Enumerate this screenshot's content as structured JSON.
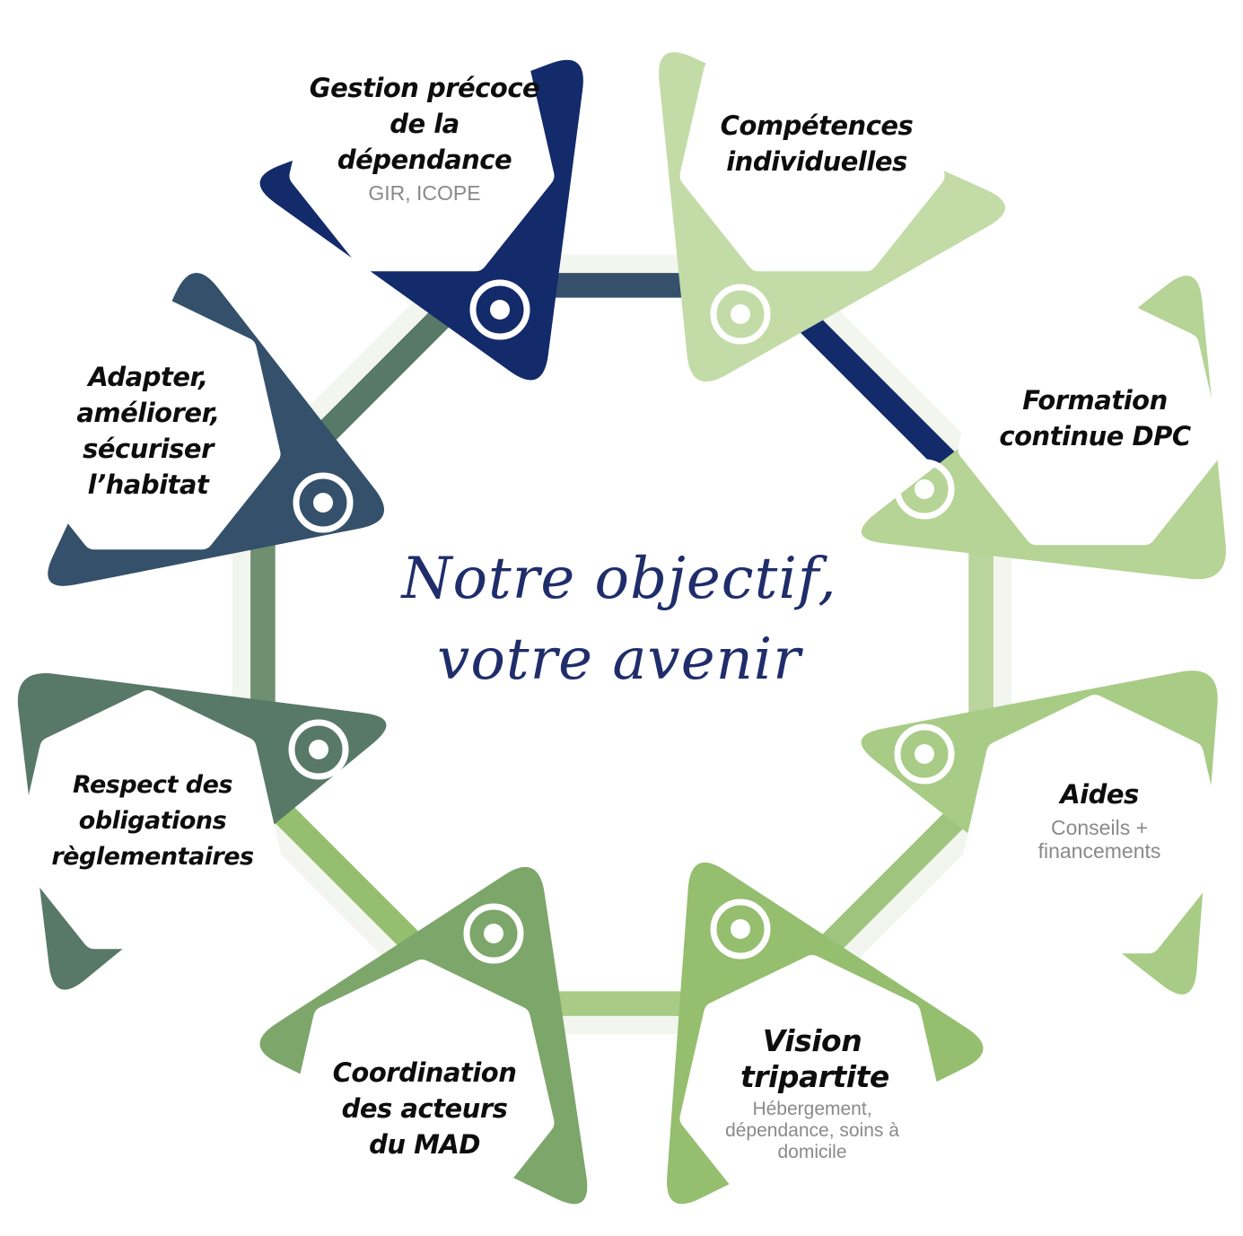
{
  "center": {
    "line1": "Notre objectif,",
    "line2": "votre avenir"
  },
  "colors": {
    "navy": "#132a6b",
    "slate": "#34506b",
    "sage": "#5e7e6e",
    "green": "#7fa86a",
    "light_green": "#b9d49c"
  },
  "nodes": [
    {
      "title": "Gestion précoce de la dépendance",
      "subtitle": "GIR, ICOPE",
      "icon": "caregiver-hand-icon",
      "color": "#132a6b"
    },
    {
      "title": "Compétences individuelles",
      "subtitle": "",
      "icon": "head-gear-icon",
      "color": "#c3dca7"
    },
    {
      "title": "Formation continue DPC",
      "subtitle": "",
      "icon": "graduation-cycle-icon",
      "color": "#b5d495"
    },
    {
      "title": "Aides",
      "subtitle": "Conseils + financements",
      "icon": "handshake-icon",
      "color": "#a8cc86"
    },
    {
      "title": "Vision tripartite",
      "subtitle": "Hébergement, dépendance, soins à domicile",
      "icon": "eye-arrows-icon",
      "color": "#95be6f"
    },
    {
      "title": "Coordination des acteurs du MAD",
      "subtitle": "",
      "icon": "team-gear-icon",
      "color": "#7da66a"
    },
    {
      "title": "Respect des obligations règlementaires",
      "subtitle": "",
      "icon": "gavel-icon",
      "color": "#587868"
    },
    {
      "title": "Adapter, améliorer, sécuriser l’habitat",
      "subtitle": "",
      "icon": "house-hand-icon",
      "color": "#34506b"
    }
  ]
}
